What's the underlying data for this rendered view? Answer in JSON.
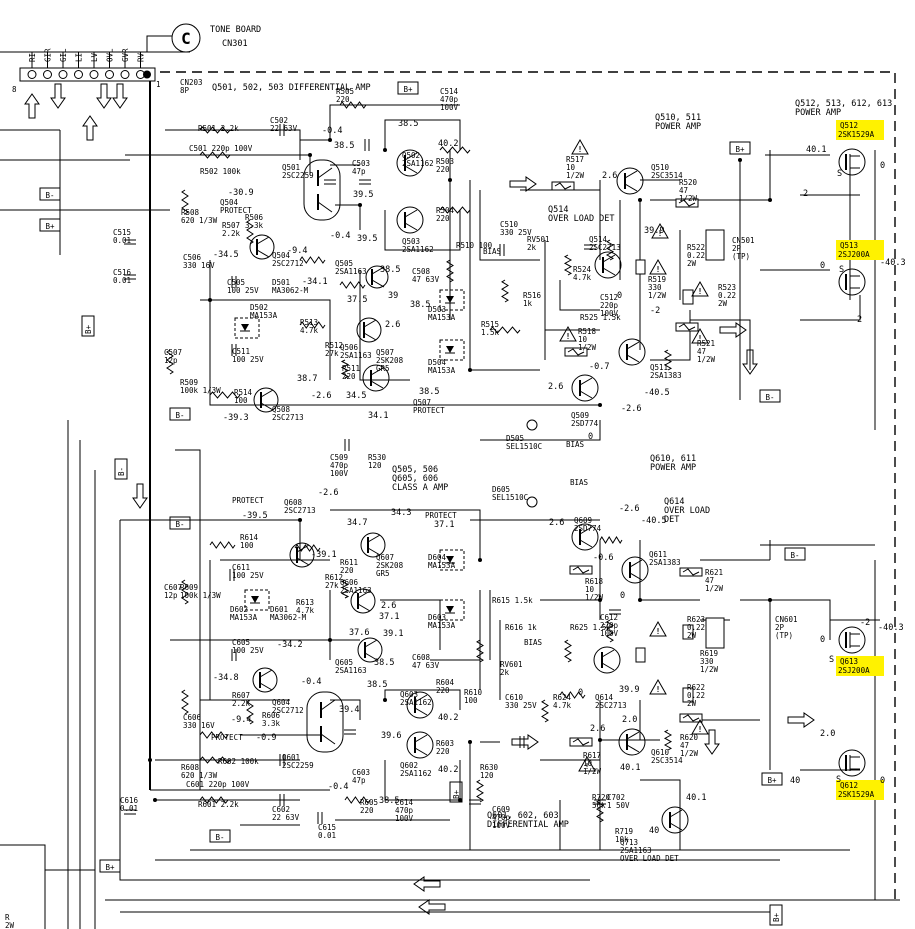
{
  "connector_header": {
    "circle_letter": "C",
    "title": "TONE BOARD",
    "ref": "CN301",
    "pins": [
      "RI",
      "GIR",
      "GIL",
      "LI",
      "LV",
      "OVL",
      "GVR",
      "RV"
    ],
    "pin_8": "8",
    "pin_1": "1"
  },
  "power_rails": {
    "plus": "B+",
    "minus": "B-"
  },
  "blocks": {
    "diff_amp_top": "Q501, 502, 503  DIFFERENTIAL AMP",
    "cn203": "CN203\n8P",
    "power_amp_top": "Q510, 511\nPOWER AMP",
    "power_amp_right_top": "Q512, 513, 612, 613\nPOWER AMP",
    "power_amp_bottom": "Q610, 611\nPOWER AMP",
    "class_a_amp": "Q505, 506\nQ605, 606\nCLASS A AMP",
    "diff_amp_bottom": "Q601, 602, 603\nDIFFERENTIAL AMP",
    "overload_top": "Q514\nOVER LOAD DET",
    "overload_mid": "Q614\nOVER LOAD\nDET",
    "overload_bottom": "Q713\n2SA1163\nOVER LOAD DET"
  },
  "highlighted_parts": [
    {
      "ref": "Q512",
      "part": "2SK1529A"
    },
    {
      "ref": "Q513",
      "part": "2SJ200A"
    },
    {
      "ref": "Q613",
      "part": "2SJ200A"
    },
    {
      "ref": "Q612",
      "part": "2SK1529A"
    }
  ],
  "components": [
    {
      "id": "r505",
      "text": "R505\n220"
    },
    {
      "id": "c514",
      "text": "C514\n470p\n100V"
    },
    {
      "id": "r501",
      "text": "R501 2.2k"
    },
    {
      "id": "c502",
      "text": "C502\n22 63V"
    },
    {
      "id": "c501",
      "text": "C501 220p 100V"
    },
    {
      "id": "r502",
      "text": "R502 100k"
    },
    {
      "id": "q501",
      "text": "Q501\n2SC2259"
    },
    {
      "id": "c503",
      "text": "C503\n47p"
    },
    {
      "id": "q502",
      "text": "Q502\n2SA1162"
    },
    {
      "id": "r503",
      "text": "R503\n220"
    },
    {
      "id": "r504",
      "text": "R504\n220"
    },
    {
      "id": "q503",
      "text": "Q503\n2SA1162"
    },
    {
      "id": "q504",
      "text": "Q504\nPROTECT"
    },
    {
      "id": "r507",
      "text": "R507\n2.2k"
    },
    {
      "id": "q504b",
      "text": "Q504\n2SC2712"
    },
    {
      "id": "r506",
      "text": "R506\n3.3k"
    },
    {
      "id": "q505",
      "text": "Q505\n2SA1163"
    },
    {
      "id": "c508",
      "text": "C508\n47 63V"
    },
    {
      "id": "r510",
      "text": "R510 100"
    },
    {
      "id": "c505",
      "text": "C505\n100 25V"
    },
    {
      "id": "d501",
      "text": "D501\nMA3062-M"
    },
    {
      "id": "d502",
      "text": "D502\nMA153A"
    },
    {
      "id": "d503",
      "text": "D503\nMA153A"
    },
    {
      "id": "d504",
      "text": "D504\nMA153A"
    },
    {
      "id": "r513",
      "text": "R513\n4.7k"
    },
    {
      "id": "c511",
      "text": "C511\n100 25V"
    },
    {
      "id": "r512",
      "text": "R512\n27k"
    },
    {
      "id": "q506",
      "text": "Q506\n2SA1163"
    },
    {
      "id": "q507",
      "text": "Q507\n2SK208\nGR5"
    },
    {
      "id": "r511",
      "text": "R511\n220"
    },
    {
      "id": "r514",
      "text": "R514\n100"
    },
    {
      "id": "q508",
      "text": "Q508\n2SC2713"
    },
    {
      "id": "q507p",
      "text": "Q507\nPROTECT"
    },
    {
      "id": "c515",
      "text": "C515\n0.01"
    },
    {
      "id": "c516",
      "text": "C516\n0.01"
    },
    {
      "id": "c506",
      "text": "C506\n330 16V"
    },
    {
      "id": "r508",
      "text": "R508\n620 1/3W"
    },
    {
      "id": "c507",
      "text": "C507\n12p"
    },
    {
      "id": "r509",
      "text": "R509\n100k 1/3W"
    },
    {
      "id": "c509",
      "text": "C509\n470p\n100V"
    },
    {
      "id": "r530",
      "text": "R530\n120"
    },
    {
      "id": "c510",
      "text": "C510\n330 25V"
    },
    {
      "id": "rv501",
      "text": "RV501\n2k"
    },
    {
      "id": "bias1",
      "text": "BIAS"
    },
    {
      "id": "r516",
      "text": "R516\n1k"
    },
    {
      "id": "r515",
      "text": "R515\n1.5k"
    },
    {
      "id": "d505",
      "text": "D505\nSEL1510C"
    },
    {
      "id": "q509",
      "text": "Q509\n2SD774"
    },
    {
      "id": "bias2",
      "text": "BIAS"
    },
    {
      "id": "r517",
      "text": "R517\n10\n1/2W"
    },
    {
      "id": "q510",
      "text": "Q510\n2SC3514"
    },
    {
      "id": "r520",
      "text": "R520\n47\n1/2W"
    },
    {
      "id": "q514",
      "text": "Q514\n2SC2713"
    },
    {
      "id": "r524",
      "text": "R524\n4.7k"
    },
    {
      "id": "r525",
      "text": "R525 1.5k"
    },
    {
      "id": "c512",
      "text": "C512\n220p\n100V"
    },
    {
      "id": "r519",
      "text": "R519\n330\n1/2W"
    },
    {
      "id": "r522",
      "text": "R522\n0.22\n2W"
    },
    {
      "id": "r523",
      "text": "R523\n0.22\n2W"
    },
    {
      "id": "cn501",
      "text": "CN501\n2P\n(TP)"
    },
    {
      "id": "r518",
      "text": "R518\n10\n1/2W"
    },
    {
      "id": "r521",
      "text": "R521\n47\n1/2W"
    },
    {
      "id": "q511",
      "text": "Q511\n2SA1383"
    },
    {
      "id": "q608",
      "text": "Q608\n2SC2713"
    },
    {
      "id": "protect1",
      "text": "PROTECT"
    },
    {
      "id": "r614",
      "text": "R614\n100"
    },
    {
      "id": "c611",
      "text": "C611\n100 25V"
    },
    {
      "id": "r612",
      "text": "R612\n27k"
    },
    {
      "id": "r611",
      "text": "R611\n220"
    },
    {
      "id": "q607",
      "text": "Q607\n2SK208\nGR5"
    },
    {
      "id": "protect2",
      "text": "PROTECT"
    },
    {
      "id": "d604",
      "text": "D604\nMA153A"
    },
    {
      "id": "c607",
      "text": "C607\n12p"
    },
    {
      "id": "r609",
      "text": "R609\n100k 1/3W"
    },
    {
      "id": "d602",
      "text": "D602\nMA153A"
    },
    {
      "id": "d601",
      "text": "D601\nMA3062-M"
    },
    {
      "id": "r613",
      "text": "R613\n4.7k"
    },
    {
      "id": "q606",
      "text": "Q606\n2SA1163"
    },
    {
      "id": "d603",
      "text": "D603\nMA153A"
    },
    {
      "id": "c605",
      "text": "C605\n100 25V"
    },
    {
      "id": "q605",
      "text": "Q605\n2SA1163"
    },
    {
      "id": "c608",
      "text": "C608\n47 63V"
    },
    {
      "id": "r610",
      "text": "R610\n100"
    },
    {
      "id": "c606",
      "text": "C606\n330 16V"
    },
    {
      "id": "r607",
      "text": "R607\n2.2k"
    },
    {
      "id": "q604",
      "text": "Q604\n2SC2712"
    },
    {
      "id": "r606",
      "text": "R606\n3.3k"
    },
    {
      "id": "protect3",
      "text": "PROTECT"
    },
    {
      "id": "r608",
      "text": "R608\n620 1/3W"
    },
    {
      "id": "q601",
      "text": "Q601\n2SC2259"
    },
    {
      "id": "q603",
      "text": "Q603\n2SA1162"
    },
    {
      "id": "r604",
      "text": "R604\n220"
    },
    {
      "id": "q602",
      "text": "Q602\n2SA1162"
    },
    {
      "id": "r603",
      "text": "R603\n220"
    },
    {
      "id": "c603",
      "text": "C603\n47p"
    },
    {
      "id": "r602",
      "text": "R602 100k"
    },
    {
      "id": "c601",
      "text": "C601 220p 100V"
    },
    {
      "id": "c616",
      "text": "C616\n0.01"
    },
    {
      "id": "r601",
      "text": "R601 2.2k"
    },
    {
      "id": "c602",
      "text": "C602\n22 63V"
    },
    {
      "id": "c615",
      "text": "C615\n0.01"
    },
    {
      "id": "r605",
      "text": "R605\n220"
    },
    {
      "id": "c614",
      "text": "C614\n470p\n100V"
    },
    {
      "id": "c609",
      "text": "C609\n470p\n100V"
    },
    {
      "id": "r630",
      "text": "R630\n120"
    },
    {
      "id": "d605",
      "text": "D605\nSEL1510C"
    },
    {
      "id": "bias3",
      "text": "BIAS"
    },
    {
      "id": "q609",
      "text": "Q609\n2SD774"
    },
    {
      "id": "r615",
      "text": "R615 1.5k"
    },
    {
      "id": "r616",
      "text": "R616 1k"
    },
    {
      "id": "bias4",
      "text": "BIAS"
    },
    {
      "id": "rv601",
      "text": "RV601\n2k"
    },
    {
      "id": "c610",
      "text": "C610\n330 25V"
    },
    {
      "id": "r624",
      "text": "R624\n4.7k"
    },
    {
      "id": "r625",
      "text": "R625 1.5k"
    },
    {
      "id": "c612",
      "text": "C612\n220p\n100V"
    },
    {
      "id": "q614",
      "text": "Q614\n2SC2713"
    },
    {
      "id": "q611",
      "text": "Q611\n2SA1383"
    },
    {
      "id": "r621",
      "text": "R621\n47\n1/2W"
    },
    {
      "id": "r618",
      "text": "R618\n10\n1/2W"
    },
    {
      "id": "r623",
      "text": "R623\n0.22\n2W"
    },
    {
      "id": "r619",
      "text": "R619\n330\n1/2W"
    },
    {
      "id": "r622",
      "text": "R622\n0.22\n2W"
    },
    {
      "id": "cn601",
      "text": "CN601\n2P\n(TP)"
    },
    {
      "id": "r620",
      "text": "R620\n47\n1/2W"
    },
    {
      "id": "q610",
      "text": "Q610\n2SC3514"
    },
    {
      "id": "r617",
      "text": "R617\n10\n1/2W"
    },
    {
      "id": "r720",
      "text": "R720\n56k"
    },
    {
      "id": "c702",
      "text": "C702\n1 50V"
    },
    {
      "id": "r719",
      "text": "R719\n10k"
    },
    {
      "id": "r2w",
      "text": "R\n2W"
    }
  ],
  "voltages": [
    {
      "id": "v1",
      "text": "-0.4"
    },
    {
      "id": "v2",
      "text": "38.5"
    },
    {
      "id": "v3",
      "text": "38.5"
    },
    {
      "id": "v4",
      "text": "40.2"
    },
    {
      "id": "v5",
      "text": "-30.9"
    },
    {
      "id": "v6",
      "text": "39.5"
    },
    {
      "id": "v7",
      "text": "-9.4"
    },
    {
      "id": "v8",
      "text": "-0.4"
    },
    {
      "id": "v9",
      "text": "39.5"
    },
    {
      "id": "v10",
      "text": "-34.5"
    },
    {
      "id": "v11",
      "text": "-34.1"
    },
    {
      "id": "v12",
      "text": "38.5"
    },
    {
      "id": "v13",
      "text": "37.5"
    },
    {
      "id": "v14",
      "text": "39"
    },
    {
      "id": "v15",
      "text": "38.5"
    },
    {
      "id": "v16",
      "text": "2.6"
    },
    {
      "id": "v17",
      "text": "38.7"
    },
    {
      "id": "v18",
      "text": "34.5"
    },
    {
      "id": "v19",
      "text": "38.5"
    },
    {
      "id": "v20",
      "text": "-39.3"
    },
    {
      "id": "v21",
      "text": "-2.6"
    },
    {
      "id": "v22",
      "text": "34.1"
    },
    {
      "id": "v23",
      "text": "2.6"
    },
    {
      "id": "v24",
      "text": "-0.7"
    },
    {
      "id": "v25",
      "text": "0"
    },
    {
      "id": "v26",
      "text": "2.6"
    },
    {
      "id": "v27",
      "text": "39.9"
    },
    {
      "id": "v28",
      "text": "0"
    },
    {
      "id": "v29",
      "text": "-2"
    },
    {
      "id": "v30",
      "text": "40.1"
    },
    {
      "id": "v31",
      "text": "0"
    },
    {
      "id": "v32",
      "text": "2"
    },
    {
      "id": "v33",
      "text": "0"
    },
    {
      "id": "v34",
      "text": "-40.3"
    },
    {
      "id": "v35",
      "text": "2"
    },
    {
      "id": "v36",
      "text": "-40.5"
    },
    {
      "id": "v37",
      "text": "-2.6"
    },
    {
      "id": "v38",
      "text": "-2.6"
    },
    {
      "id": "v39",
      "text": "-39.5"
    },
    {
      "id": "v40",
      "text": "-39.1"
    },
    {
      "id": "v41",
      "text": "34.3"
    },
    {
      "id": "v42",
      "text": "37.1"
    },
    {
      "id": "v43",
      "text": "34.7"
    },
    {
      "id": "v44",
      "text": "2.6"
    },
    {
      "id": "v45",
      "text": "-0.6"
    },
    {
      "id": "v46",
      "text": "-2.6"
    },
    {
      "id": "v47",
      "text": "-40.5"
    },
    {
      "id": "v48",
      "text": "2.6"
    },
    {
      "id": "v49",
      "text": "37.1"
    },
    {
      "id": "v50",
      "text": "37.6"
    },
    {
      "id": "v51",
      "text": "39.1"
    },
    {
      "id": "v52",
      "text": "-34.2"
    },
    {
      "id": "v53",
      "text": "38.5"
    },
    {
      "id": "v54",
      "text": "-34.8"
    },
    {
      "id": "v55",
      "text": "-0.4"
    },
    {
      "id": "v56",
      "text": "38.5"
    },
    {
      "id": "v57",
      "text": "-9.4"
    },
    {
      "id": "v58",
      "text": "39.4"
    },
    {
      "id": "v59",
      "text": "-0.9"
    },
    {
      "id": "v60",
      "text": "40.2"
    },
    {
      "id": "v61",
      "text": "39.6"
    },
    {
      "id": "v62",
      "text": "40.2"
    },
    {
      "id": "v63",
      "text": "-0.4"
    },
    {
      "id": "v64",
      "text": "38.5"
    },
    {
      "id": "v65",
      "text": "0"
    },
    {
      "id": "v66",
      "text": "39.9"
    },
    {
      "id": "v67",
      "text": "2.0"
    },
    {
      "id": "v68",
      "text": "2.6"
    },
    {
      "id": "v69",
      "text": "40.1"
    },
    {
      "id": "v70",
      "text": "2.0"
    },
    {
      "id": "v71",
      "text": "40"
    },
    {
      "id": "v72",
      "text": "0"
    },
    {
      "id": "v73",
      "text": "40.1"
    },
    {
      "id": "v74",
      "text": "40"
    },
    {
      "id": "v75",
      "text": "-2"
    },
    {
      "id": "v76",
      "text": "0"
    },
    {
      "id": "v77",
      "text": "-40.3"
    },
    {
      "id": "v78",
      "text": "0"
    },
    {
      "id": "v79",
      "text": "S"
    },
    {
      "id": "v80",
      "text": "S"
    },
    {
      "id": "v81",
      "text": "S"
    },
    {
      "id": "v82",
      "text": "S"
    }
  ]
}
